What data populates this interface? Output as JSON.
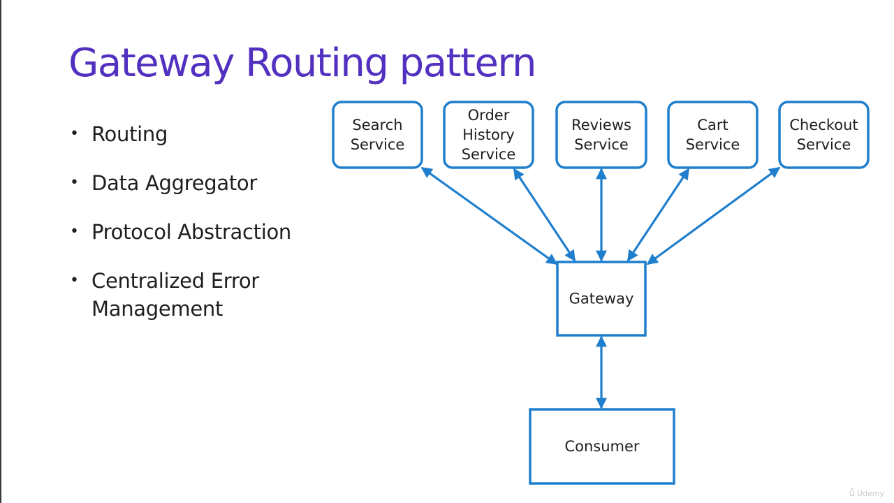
{
  "slide": {
    "title": "Gateway Routing pattern",
    "bullets": [
      "Routing",
      "Data Aggregator",
      "Protocol Abstraction",
      "Centralized Error\nManagement"
    ]
  },
  "diagram": {
    "services": [
      {
        "id": "search",
        "lines": [
          "Search",
          "Service"
        ]
      },
      {
        "id": "order-history",
        "lines": [
          "Order",
          "History",
          "Service"
        ]
      },
      {
        "id": "reviews",
        "lines": [
          "Reviews",
          "Service"
        ]
      },
      {
        "id": "cart",
        "lines": [
          "Cart",
          "Service"
        ]
      },
      {
        "id": "checkout",
        "lines": [
          "Checkout",
          "Service"
        ]
      }
    ],
    "gateway": {
      "label": "Gateway"
    },
    "consumer": {
      "label": "Consumer"
    },
    "edges": [
      {
        "from": "gateway",
        "to": "search",
        "direction": "both"
      },
      {
        "from": "gateway",
        "to": "order-history",
        "direction": "both"
      },
      {
        "from": "gateway",
        "to": "reviews",
        "direction": "both"
      },
      {
        "from": "gateway",
        "to": "cart",
        "direction": "both"
      },
      {
        "from": "gateway",
        "to": "checkout",
        "direction": "both"
      },
      {
        "from": "consumer",
        "to": "gateway",
        "direction": "both"
      }
    ],
    "colors": {
      "stroke": "#1f7fcd",
      "title": "#5230c0"
    }
  },
  "watermark": {
    "icon": "udemy-logo-icon",
    "text": "Udemy"
  }
}
